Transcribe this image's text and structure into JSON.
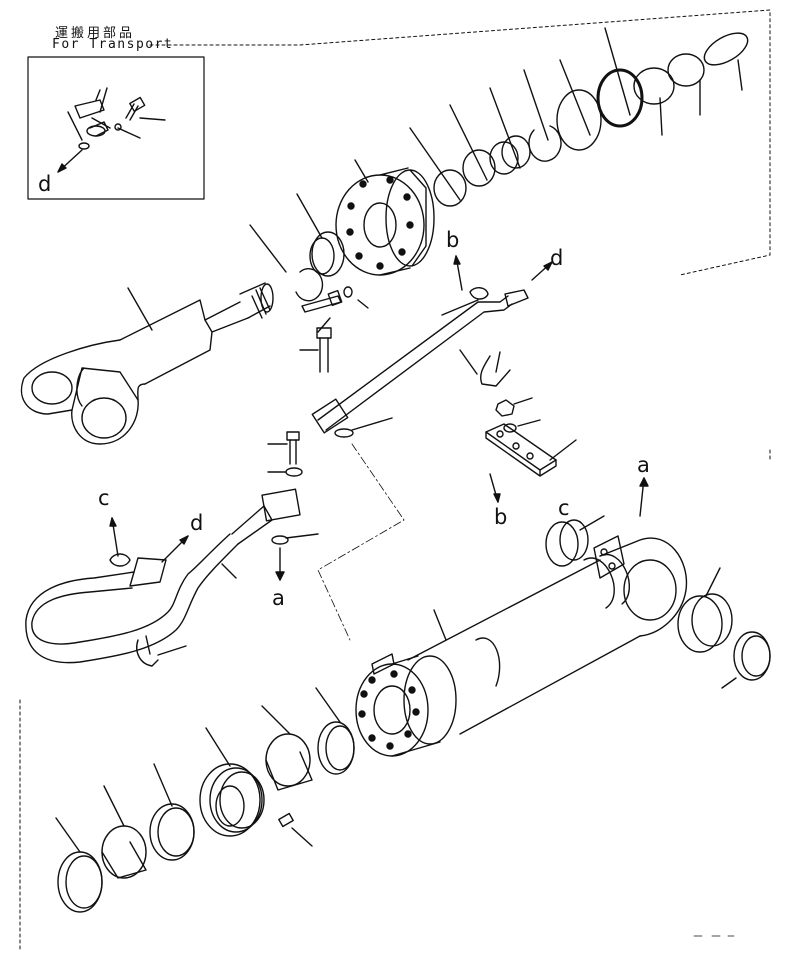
{
  "header": {
    "title_ja": "運搬用部品",
    "title_en": "For Transport"
  },
  "callouts": {
    "d": "d",
    "b": "b",
    "c": "c",
    "a": "a"
  },
  "colors": {
    "line": "#111111",
    "background": "#ffffff"
  }
}
